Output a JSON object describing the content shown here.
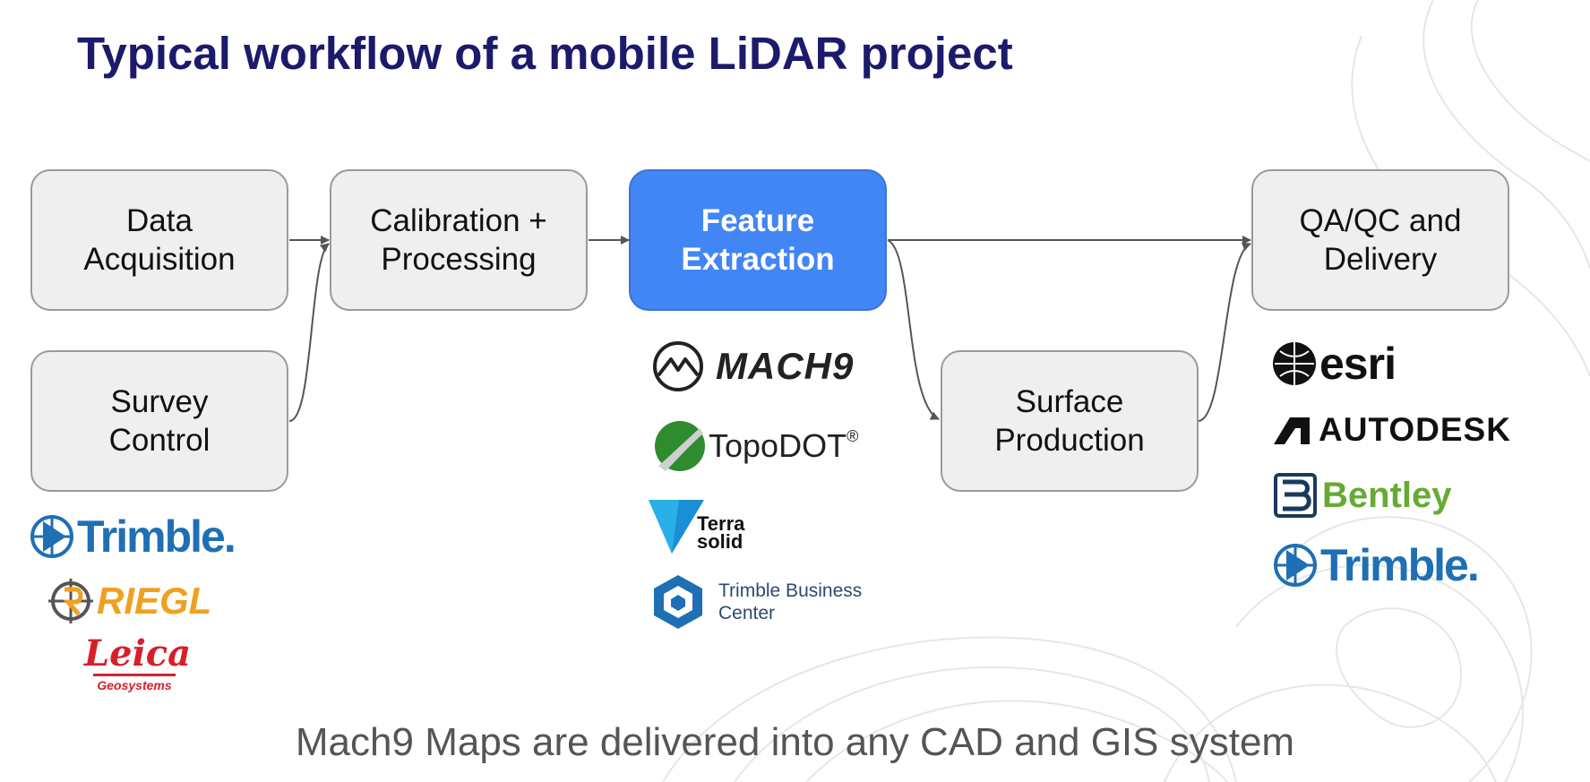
{
  "title": "Typical workflow of a mobile LiDAR project",
  "steps": {
    "data_acquisition": "Data\nAcquisition",
    "survey_control": "Survey\nControl",
    "calibration": "Calibration +\nProcessing",
    "feature_extraction": "Feature\nExtraction",
    "surface_production": "Surface\nProduction",
    "qa_qc": "QA/QC and\nDelivery"
  },
  "logos": {
    "acquisition": {
      "trimble": "Trimble.",
      "riegl": "RIEGL",
      "leica": "Leica",
      "leica_sub": "Geosystems"
    },
    "extraction": {
      "mach9": "MACH9",
      "topodot": "TopoDOT",
      "topodot_mark": "®",
      "terra": "Terra",
      "solid": "solid",
      "tbc_line1": "Trimble Business",
      "tbc_line2": "Center"
    },
    "delivery": {
      "esri": "esri",
      "autodesk": "AUTODESK",
      "bentley": "Bentley",
      "trimble": "Trimble."
    }
  },
  "footer": "Mach9 Maps are delivered into any CAD and GIS system",
  "colors": {
    "title": "#1b1a6b",
    "box_fill": "#efefef",
    "active_fill": "#4285f4",
    "trimble_blue": "#1f6fb5",
    "riegl_orange": "#f0a020",
    "leica_red": "#d71f2a",
    "bentley_green": "#66aa33"
  }
}
